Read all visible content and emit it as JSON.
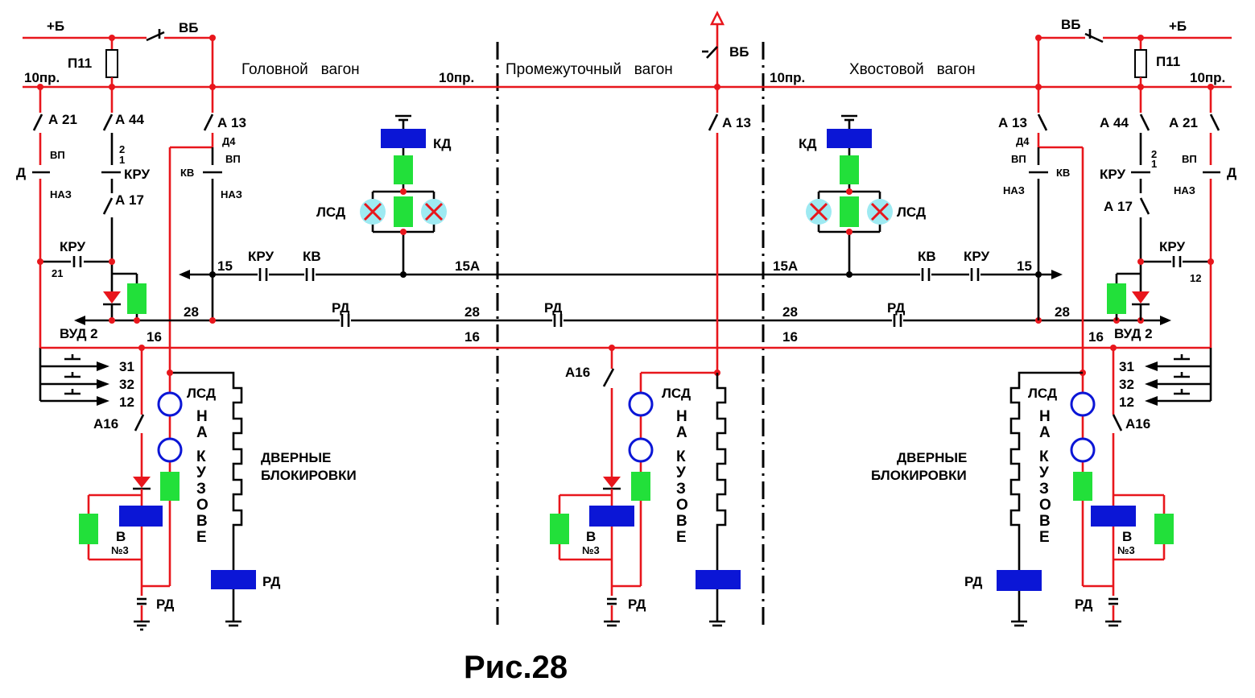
{
  "figure": {
    "caption": "Рис.28"
  },
  "wagons": [
    {
      "name": "Головной   вагон"
    },
    {
      "name": "Промежуточный   вагон"
    },
    {
      "name": "Хвостовой   вагон"
    }
  ],
  "labels": {
    "plus_b": "+Б",
    "vb": "ВБ",
    "p11": "П11",
    "pr10": "10пр.",
    "a21": "А 21",
    "a44": "А 44",
    "a13": "А 13",
    "a17": "А 17",
    "a16": "А16",
    "d4": "Д4",
    "vp": "ВП",
    "naz": "НАЗ",
    "d": "Д",
    "kru": "КРУ",
    "kv": "КВ",
    "kd": "КД",
    "lsd": "ЛСД",
    "rd": "РД",
    "vud2": "ВУД 2",
    "w15": "15",
    "w15a": "15А",
    "w28": "28",
    "w16": "16",
    "w31": "31",
    "w32": "32",
    "w12": "12",
    "c1": "1",
    "c2": "2",
    "c21": "21",
    "c12": "12",
    "v": "В",
    "n3": "№3",
    "door_line1": "ДВЕРНЫЕ",
    "door_line2": "БЛОКИРОВКИ",
    "na": "Н\nА",
    "kuzove": "К\nУ\nЗ\nО\nВ\nЕ"
  },
  "colors": {
    "power_wire": "#e8161c",
    "control_wire": "#000000",
    "relay_coil": "#0b16d6",
    "resistor": "#22e03a",
    "lamp": "#9eeaf2"
  }
}
